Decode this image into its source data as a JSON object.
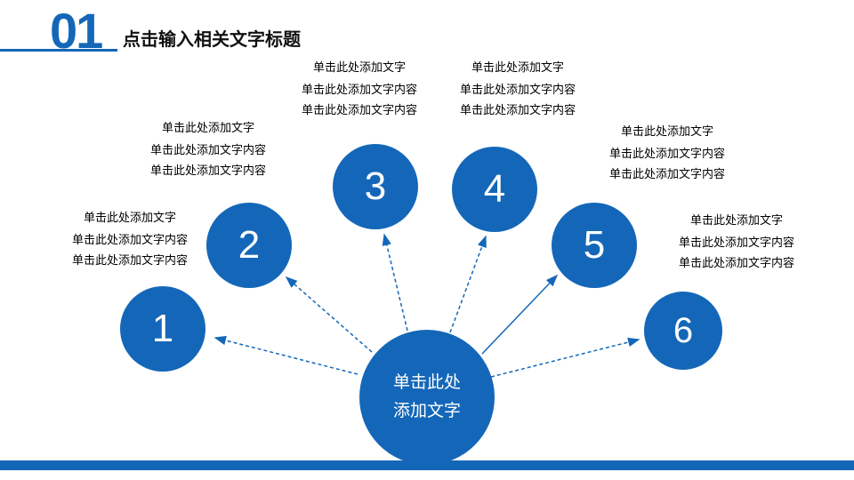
{
  "header": {
    "number": "01",
    "title": "点击输入相关文字标题"
  },
  "center_circle": {
    "line1": "单击此处",
    "line2": "添加文字"
  },
  "items": [
    {
      "number": "1",
      "title": "单击此处添加文字",
      "line1": "单击此处添加文字内容",
      "line2": "单击此处添加文字内容"
    },
    {
      "number": "2",
      "title": "单击此处添加文字",
      "line1": "单击此处添加文字内容",
      "line2": "单击此处添加文字内容"
    },
    {
      "number": "3",
      "title": "单击此处添加文字",
      "line1": "单击此处添加文字内容",
      "line2": "单击此处添加文字内容"
    },
    {
      "number": "4",
      "title": "单击此处添加文字",
      "line1": "单击此处添加文字内容",
      "line2": "单击此处添加文字内容"
    },
    {
      "number": "5",
      "title": "单击此处添加文字",
      "line1": "单击此处添加文字内容",
      "line2": "单击此处添加文字内容"
    },
    {
      "number": "6",
      "title": "单击此处添加文字",
      "line1": "单击此处添加文字内容",
      "line2": "单击此处添加文字内容"
    }
  ],
  "colors": {
    "primary": "#1467b8"
  }
}
